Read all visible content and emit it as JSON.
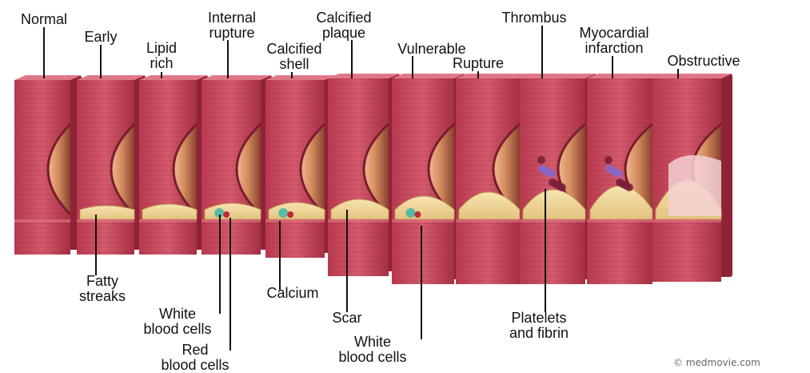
{
  "stages": [
    {
      "id": "normal",
      "lines": [
        "Normal"
      ]
    },
    {
      "id": "early",
      "lines": [
        "Early"
      ]
    },
    {
      "id": "lipid-rich",
      "lines": [
        "Lipid",
        "rich"
      ]
    },
    {
      "id": "internal-rupture",
      "lines": [
        "Internal",
        "rupture"
      ]
    },
    {
      "id": "calcified-shell",
      "lines": [
        "Calcified",
        "shell"
      ]
    },
    {
      "id": "calcified-plaque",
      "lines": [
        "Calcified",
        "plaque"
      ]
    },
    {
      "id": "vulnerable",
      "lines": [
        "Vulnerable"
      ]
    },
    {
      "id": "rupture",
      "lines": [
        "Rupture"
      ]
    },
    {
      "id": "thrombus",
      "lines": [
        "Thrombus"
      ]
    },
    {
      "id": "myocardial-infarction",
      "lines": [
        "Myocardial",
        "infarction"
      ]
    },
    {
      "id": "obstructive",
      "lines": [
        "Obstructive"
      ]
    }
  ],
  "annotations": [
    {
      "id": "fatty-streaks",
      "lines": [
        "Fatty",
        "streaks"
      ]
    },
    {
      "id": "white-blood-cells-1",
      "lines": [
        "White",
        "blood cells"
      ]
    },
    {
      "id": "red-blood-cells",
      "lines": [
        "Red",
        "blood cells"
      ]
    },
    {
      "id": "calcium",
      "lines": [
        "Calcium"
      ]
    },
    {
      "id": "scar",
      "lines": [
        "Scar"
      ]
    },
    {
      "id": "white-blood-cells-2",
      "lines": [
        "White",
        "blood cells"
      ]
    },
    {
      "id": "platelets-and-fibrin",
      "lines": [
        "Platelets",
        "and fibrin"
      ]
    }
  ],
  "copyright": "© medmovie.com",
  "colors": {
    "wall": "#c8455a",
    "wall_dark": "#8f2336",
    "lumen": "#d9926a",
    "plaque": "#f1dc9a",
    "thrombus": "#7b1f3a",
    "platelets": "#8a66c8",
    "calcium": "#3fb6a8"
  }
}
